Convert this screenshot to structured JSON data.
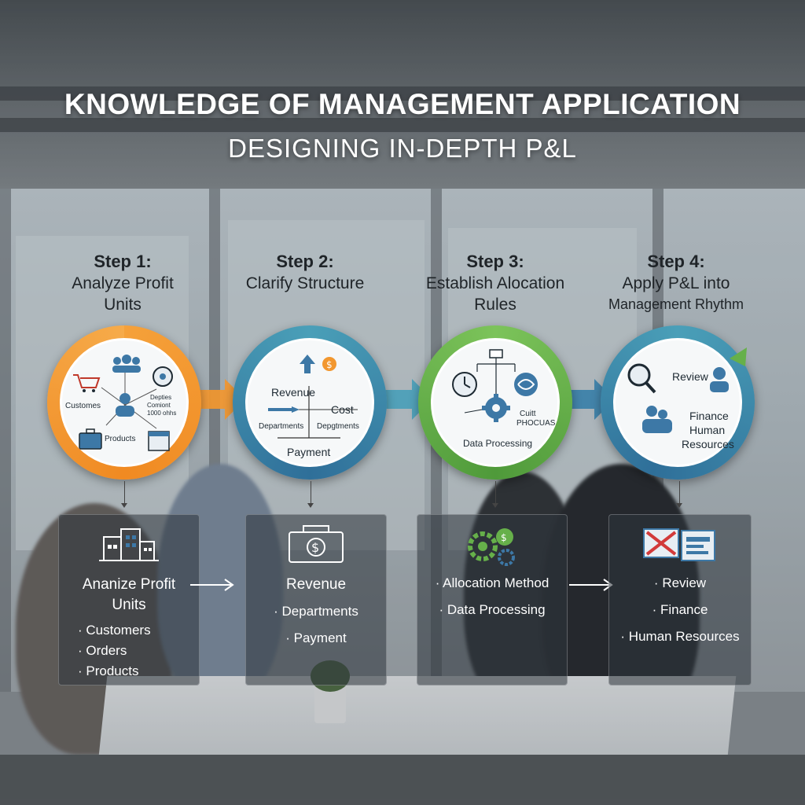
{
  "header": {
    "title": "KNOWLEDGE OF MANAGEMENT APPLICATION",
    "subtitle": "DESIGNING IN-DEPTH P&L"
  },
  "colors": {
    "orange": "#f2972f",
    "blue": "#3a80a8",
    "teal": "#4a9fb8",
    "green": "#66b04a",
    "dark_text": "#1f2428"
  },
  "steps": [
    {
      "number": "Step 1:",
      "title_lines": [
        "Analyze Profit",
        "Units"
      ],
      "circle_labels": {
        "customers": "Customes",
        "products": "Products",
        "top_right_1": "Depties",
        "top_right_2": "Comiont",
        "top_right_3": "1000 ohhs"
      },
      "icons": [
        "shopping-cart-icon",
        "people-group-icon",
        "person-icon",
        "piggy-bank-icon",
        "briefcase-icon",
        "calendar-icon"
      ],
      "card": {
        "title_lines": [
          "Ananize Profit",
          "Units"
        ],
        "items": [
          "Customers",
          "Orders",
          "Products"
        ],
        "icon": "buildings-icon"
      }
    },
    {
      "number": "Step 2:",
      "title_lines": [
        "Clarify Structure"
      ],
      "circle_labels": {
        "revenue": "Revenue",
        "cost": "Cost",
        "departments_left": "Departments",
        "departments_right": "Depgtments",
        "payment": "Payment"
      },
      "icons": [
        "up-arrow-icon",
        "dollar-coin-icon"
      ],
      "card": {
        "title_lines": [
          "Revenue"
        ],
        "items": [
          "Departments",
          "Payment"
        ],
        "icon": "cash-register-icon"
      }
    },
    {
      "number": "Step 3:",
      "title_lines": [
        "Establish Alocation",
        "Rules"
      ],
      "circle_labels": {
        "side_1": "Cuitt",
        "side_2": "PHOCUAS",
        "bottom": "Data Processing"
      },
      "icons": [
        "clock-icon",
        "gear-icon",
        "swirl-icon",
        "hierarchy-icon"
      ],
      "card": {
        "title_lines": [],
        "items": [
          "Allocation Method",
          "Data Processing"
        ],
        "icon": "gears-icon"
      }
    },
    {
      "number": "Step 4:",
      "title_lines": [
        "Apply P&L into",
        "Management Rhythm"
      ],
      "circle_labels": {
        "review": "Review",
        "finance": "Finance",
        "human": "Human",
        "resources": "Resources"
      },
      "icons": [
        "magnifier-icon",
        "user-icon",
        "team-icon"
      ],
      "card": {
        "title_lines": [],
        "items": [
          "Review",
          "Finance",
          "Human Resources"
        ],
        "icon": "report-icon"
      }
    }
  ]
}
